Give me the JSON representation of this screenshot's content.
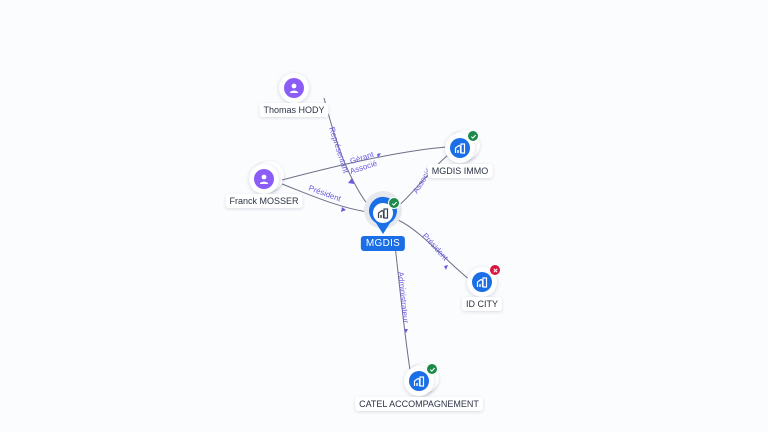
{
  "graph": {
    "colors": {
      "person": "#8b5cf6",
      "company": "#1a6fe6",
      "edge_line": "#6b7185",
      "edge_label": "#6a5be0",
      "status_active": "#1b8a4a",
      "status_closed": "#d9143e",
      "background": "#fbfcfe"
    },
    "center": {
      "name": "MGDIS",
      "type": "company",
      "icon": "building-icon",
      "status": "active",
      "status_icon": "check-icon"
    },
    "nodes": [
      {
        "id": "thomas",
        "name": "Thomas HODY",
        "type": "person",
        "icon": "person-icon"
      },
      {
        "id": "franck",
        "name": "Franck MOSSER",
        "type": "person",
        "icon": "person-icon"
      },
      {
        "id": "mgdis_immo",
        "name": "MGDIS IMMO",
        "type": "company",
        "icon": "building-icon",
        "status": "active",
        "status_icon": "check-icon"
      },
      {
        "id": "idcity",
        "name": "ID CITY",
        "type": "company",
        "icon": "building-icon",
        "status": "closed",
        "status_icon": "close-icon"
      },
      {
        "id": "catel",
        "name": "CATEL ACCOMPAGNEMENT",
        "type": "company",
        "icon": "building-icon",
        "status": "active",
        "status_icon": "check-icon"
      }
    ],
    "edges": [
      {
        "from": "thomas",
        "to": "MGDIS",
        "label": "Représentant"
      },
      {
        "from": "franck",
        "to": "mgdis_immo",
        "label": "Gérant"
      },
      {
        "from": "franck",
        "to": "mgdis_immo",
        "label": "Associé"
      },
      {
        "from": "franck",
        "to": "MGDIS",
        "label": "Président"
      },
      {
        "from": "MGDIS",
        "to": "mgdis_immo",
        "label": "Associé"
      },
      {
        "from": "MGDIS",
        "to": "idcity",
        "label": "Président"
      },
      {
        "from": "MGDIS",
        "to": "catel",
        "label": "Administrateur"
      }
    ]
  }
}
